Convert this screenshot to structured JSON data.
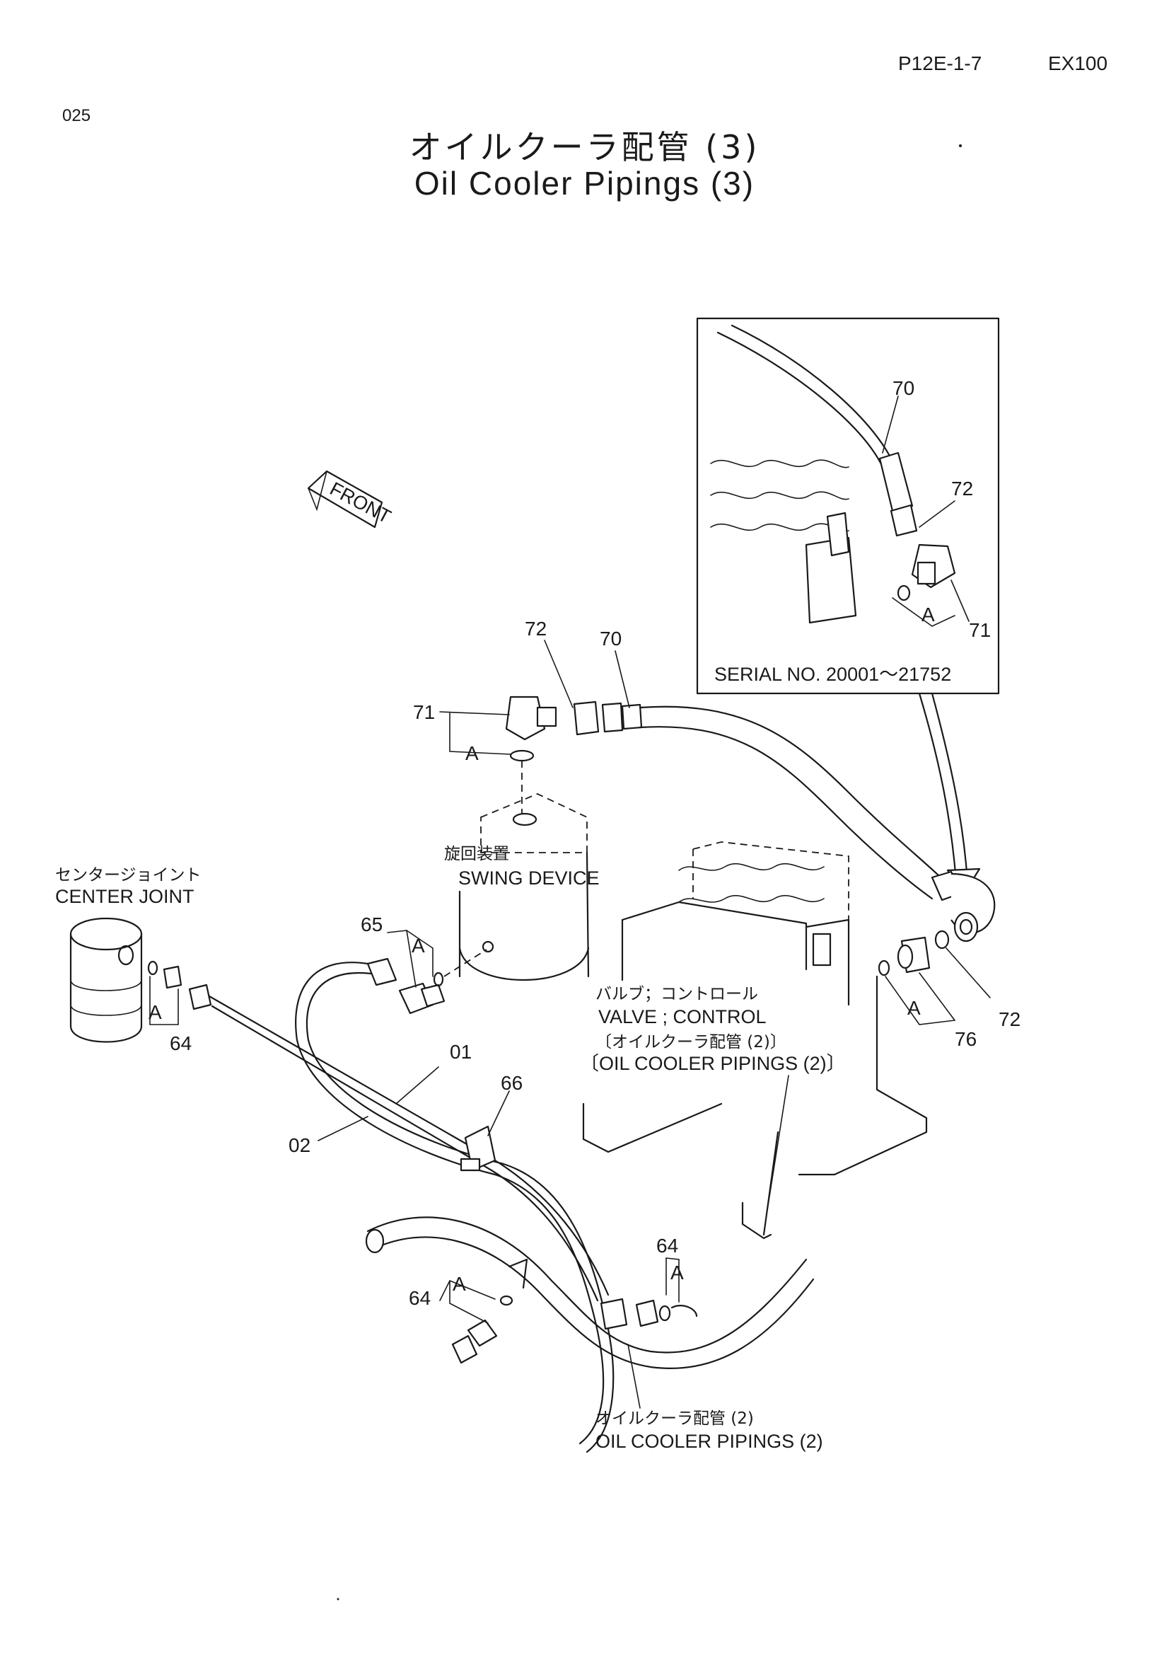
{
  "header": {
    "page_ref": "P12E-1-7",
    "model": "EX100",
    "page_number": "025"
  },
  "title": {
    "japanese": "オイルクーラ配管 (3)",
    "english": "Oil Cooler Pipings (3)"
  },
  "inset": {
    "serial_label": "SERIAL NO. 20001～21752",
    "callouts": [
      "70",
      "72",
      "A",
      "71"
    ]
  },
  "front_marker": "FRONT",
  "labels": {
    "center_joint_jp": "センタージョイント",
    "center_joint_en": "CENTER JOINT",
    "swing_device_jp": "旋回装置",
    "swing_device_en": "SWING DEVICE",
    "valve_jp": "バルブ；コントロール",
    "valve_en": "VALVE ; CONTROL",
    "valve_ref_jp": "〔オイルクーラ配管 (2)〕",
    "valve_ref_en": "〔OIL COOLER PIPINGS (2)〕",
    "bottom_jp": "オイルクーラ配管 (2)",
    "bottom_en": "OIL COOLER PIPINGS (2)"
  },
  "callouts": {
    "c72_top": "72",
    "c70_top": "70",
    "c71_left": "71",
    "a_71": "A",
    "c65": "65",
    "a_65": "A",
    "a_64_left": "A",
    "c64_left": "64",
    "c01": "01",
    "c02": "02",
    "c66": "66",
    "a_76": "A",
    "c72_right": "72",
    "c76": "76",
    "c64_mid": "64",
    "a_64_mid": "A",
    "c64_bottom": "64",
    "a_64_bottom": "A"
  }
}
